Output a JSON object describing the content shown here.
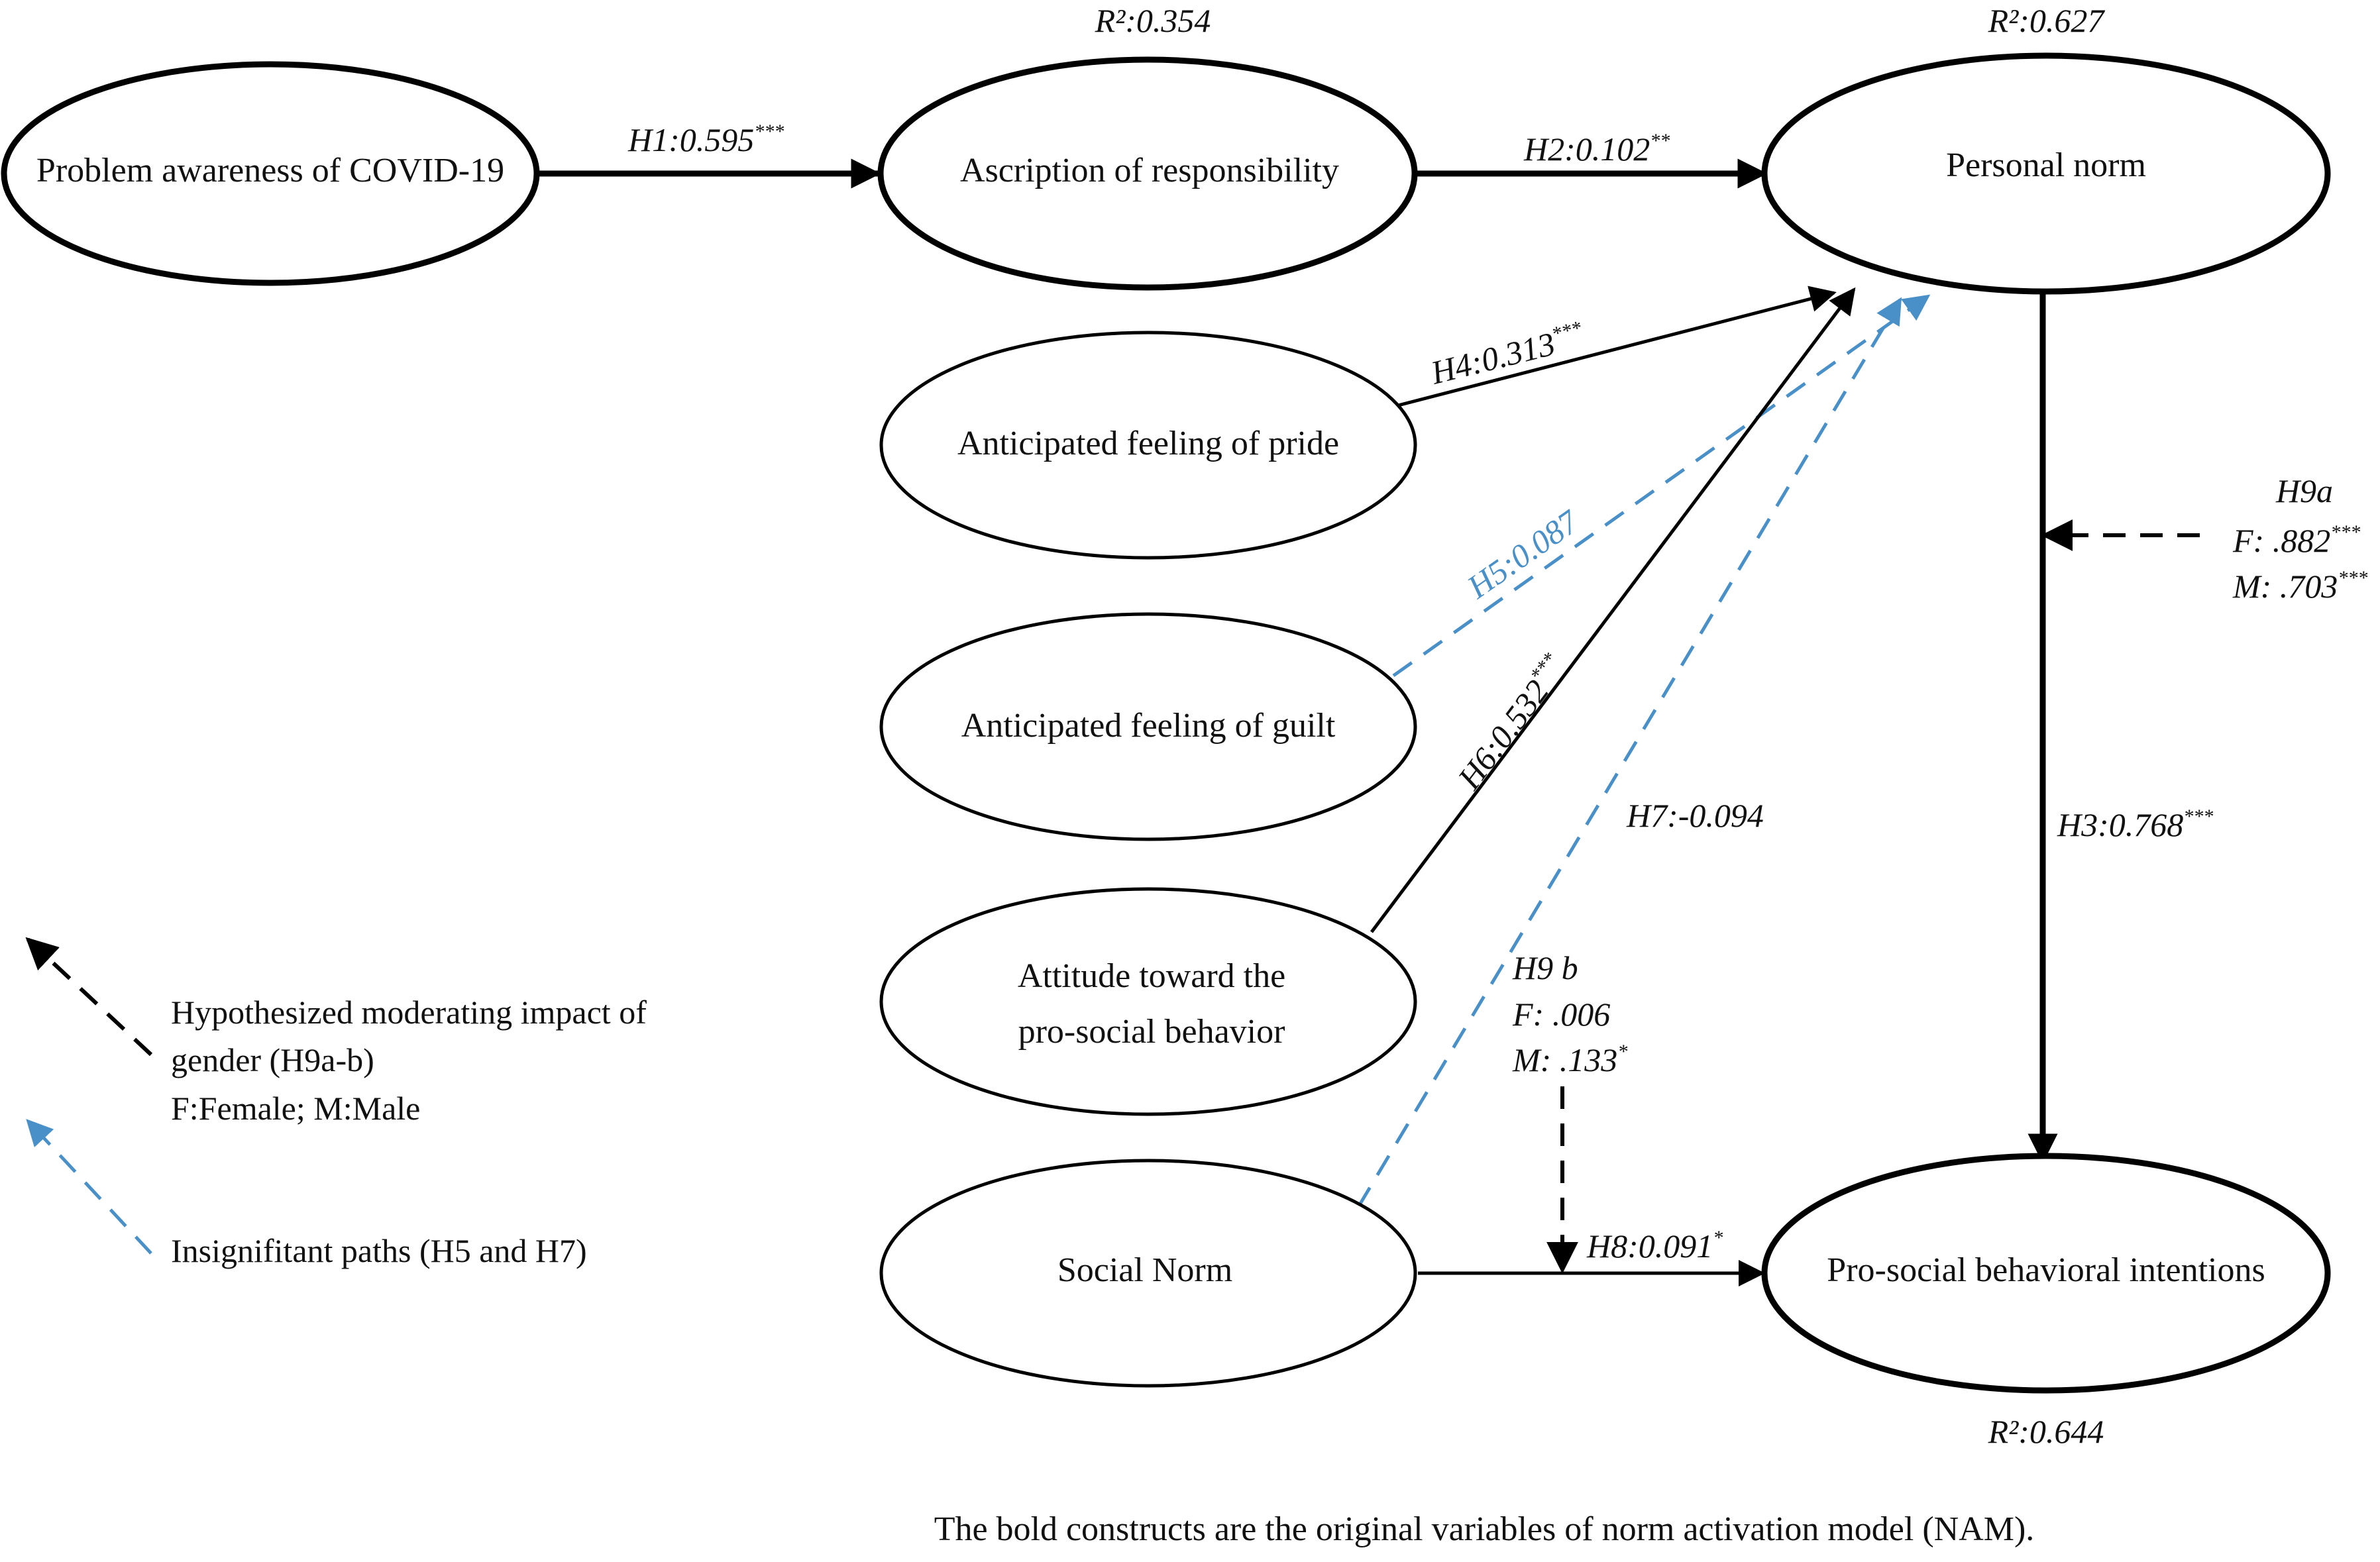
{
  "nodes": {
    "problem_awareness": "Problem awareness of COVID-19",
    "ascription": "Ascription of responsibility",
    "personal_norm": "Personal norm",
    "pride": "Anticipated feeling of pride",
    "guilt": "Anticipated feeling of guilt",
    "attitude_line1": "Attitude toward the",
    "attitude_line2": "pro-social behavior",
    "social_norm": "Social Norm",
    "intentions": "Pro-social behavioral intentions"
  },
  "r_squared": {
    "ascription": "R²:0.354",
    "personal_norm": "R²:0.627",
    "intentions": "R²:0.644"
  },
  "paths": {
    "h1": {
      "label": "H1:0.595",
      "sig": "***"
    },
    "h2": {
      "label": "H2:0.102",
      "sig": "**"
    },
    "h3": {
      "label": "H3:0.768",
      "sig": "***"
    },
    "h4": {
      "label": "H4:0.313",
      "sig": "***"
    },
    "h5": {
      "label": "H5:0.087",
      "sig": ""
    },
    "h6": {
      "label": "H6:0.532",
      "sig": "***"
    },
    "h7": {
      "label": "H7:-0.094",
      "sig": ""
    },
    "h8": {
      "label": "H8:0.091",
      "sig": "*"
    }
  },
  "moderation": {
    "h9a": {
      "title": "H9a",
      "female": "F: .882",
      "female_sig": "***",
      "male": "M: .703",
      "male_sig": "***"
    },
    "h9b": {
      "title": "H9 b",
      "female": "F: .006",
      "female_sig": "",
      "male": "M: .133",
      "male_sig": "*"
    }
  },
  "legend": {
    "moderating_line1": "Hypothesized moderating impact of",
    "moderating_line2": "gender (H9a-b)",
    "moderating_line3": "F:Female; M:Male",
    "insignificant": "Insignifitant paths (H5 and H7)"
  },
  "footnote": "The bold constructs are the original variables of norm activation model (NAM).",
  "colors": {
    "insignificant_path": "#4a90c8",
    "significant_path": "#000000"
  }
}
